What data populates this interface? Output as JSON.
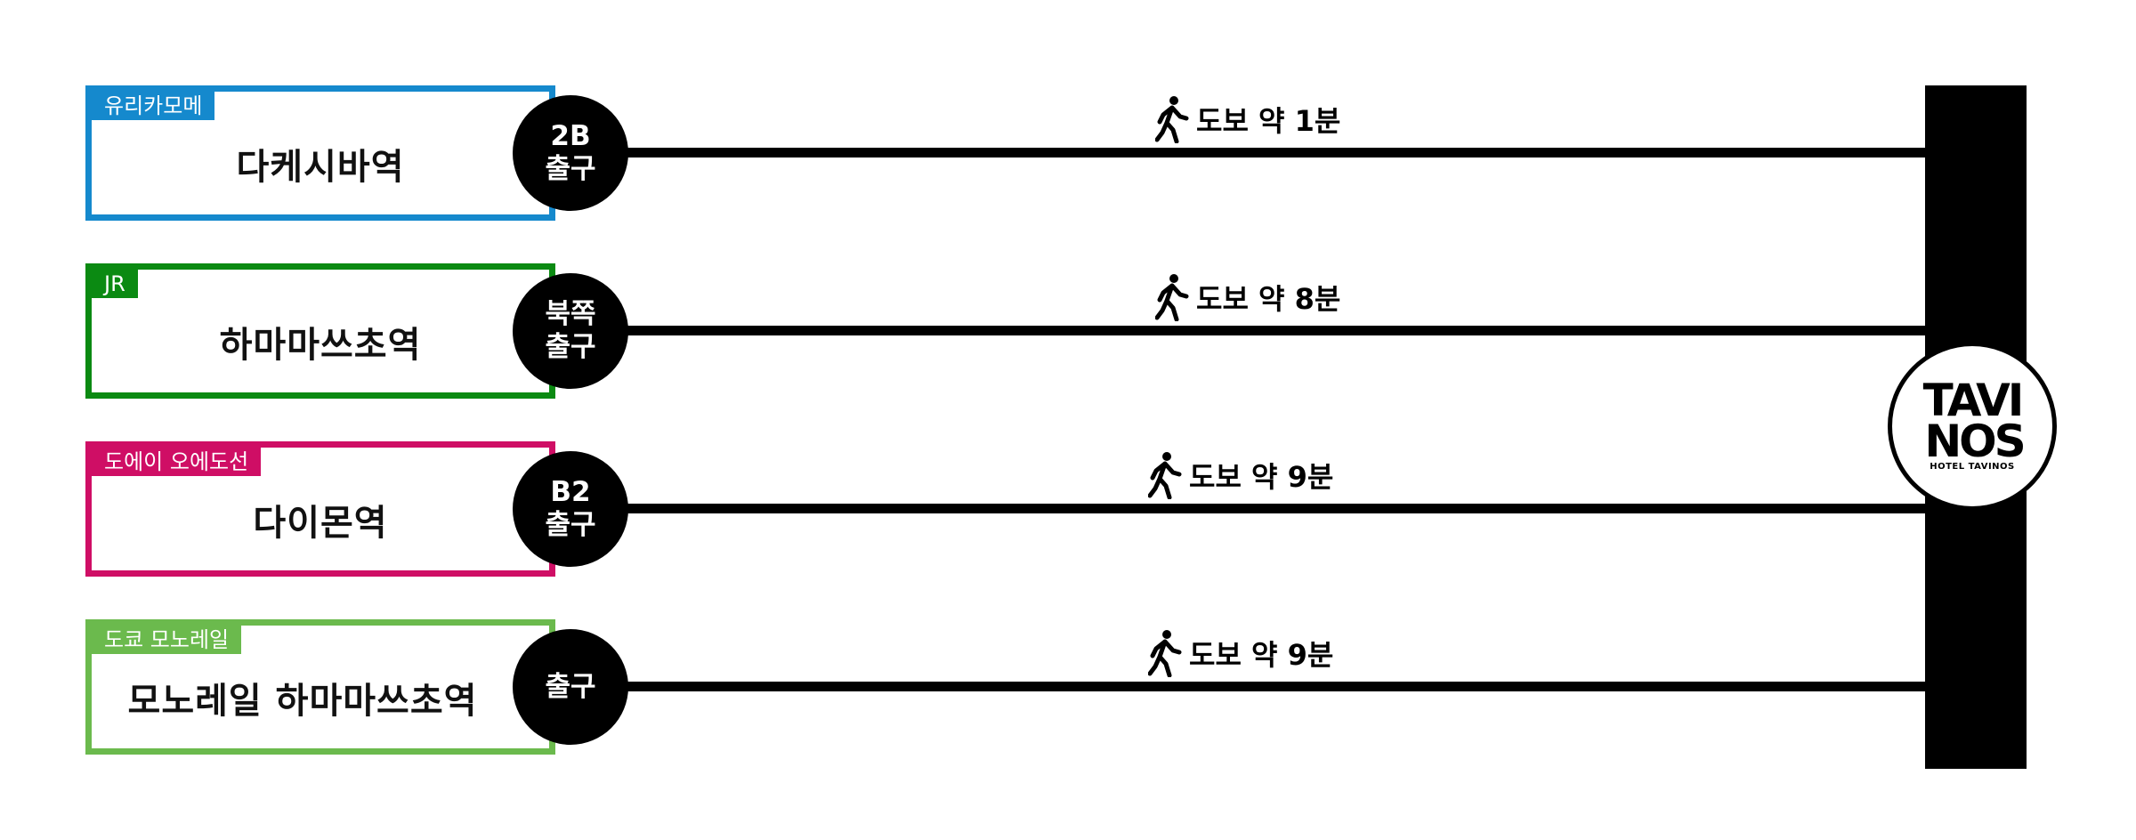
{
  "routes": [
    {
      "line": "유리카모메",
      "line_color": "#1589cd",
      "station": "다케시바역",
      "exit": [
        "2B",
        "출구"
      ],
      "walk": "도보 약 1분"
    },
    {
      "line": "JR",
      "line_color": "#0b8a12",
      "station": "하마마쓰초역",
      "exit": [
        "북쪽",
        "출구"
      ],
      "walk": "도보 약 8분"
    },
    {
      "line": "도에이 오에도선",
      "line_color": "#cf0e65",
      "station": "다이몬역",
      "exit": [
        "B2",
        "출구"
      ],
      "walk": "도보 약 9분"
    },
    {
      "line": "도쿄 모노레일",
      "line_color": "#6bba4d",
      "station": "모노레일 하마마쓰초역",
      "exit": [
        "출구"
      ],
      "walk": "도보 약 9분"
    }
  ],
  "hotel": {
    "logo_top": "TAVI",
    "logo_bottom": "NOS",
    "logo_sub": "HOTEL TAVINOS"
  },
  "icons": {
    "walk": "pedestrian-icon"
  }
}
